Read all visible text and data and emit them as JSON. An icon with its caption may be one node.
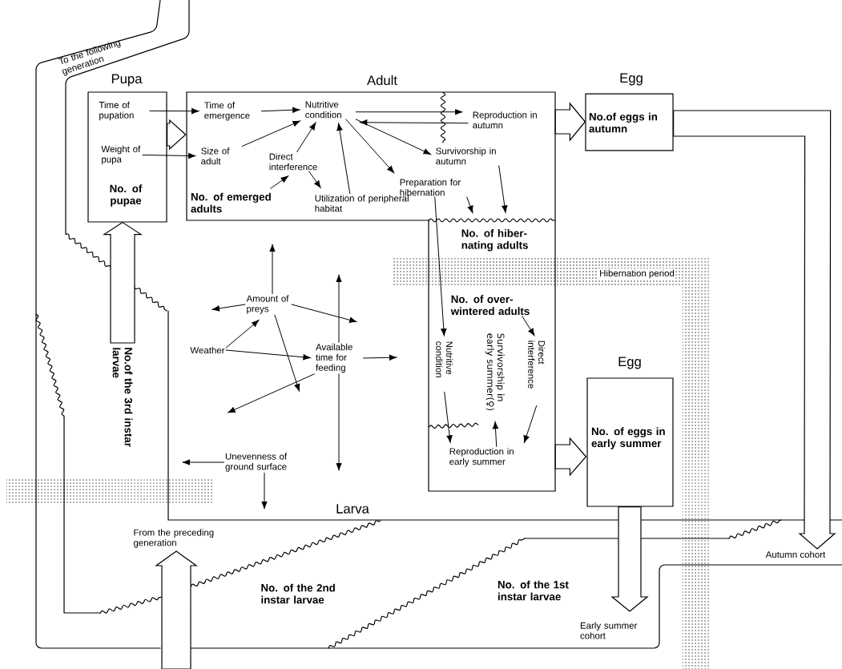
{
  "diagram": {
    "nodes": [
      {
        "text": [
          "Pupa",
          "No. of pupae"
        ]
      },
      {
        "text": [
          "Time of pupation"
        ],
        "in": 0
      },
      {
        "text": [
          "Weight of pupa"
        ],
        "in": 0
      },
      {
        "text": [
          "Adult",
          "No. of emerged adults"
        ]
      },
      {
        "text": [
          "Time of emergence"
        ],
        "in": 3
      },
      {
        "text": [
          "Nutritive condition"
        ],
        "in": 3
      },
      {
        "text": [
          "Size of adult"
        ],
        "in": 3
      },
      {
        "text": [
          "Direct interference"
        ],
        "in": 3
      },
      {
        "text": [
          "Utilization of peripheral habitat"
        ],
        "in": 3
      },
      {
        "text": [
          "Reproduction in autumn"
        ],
        "in": 3
      },
      {
        "text": [
          "Survivorship in autumn"
        ],
        "in": 3
      },
      {
        "text": [
          "Preparation for hibernation"
        ],
        "in": 3
      },
      {
        "text": [
          "No. of hiber- nating adults"
        ],
        "in": 3
      },
      {
        "text": [
          "No. of over- wintered adults"
        ],
        "in": 3
      },
      {
        "text": [
          "Nutritive condition"
        ],
        "in": 3
      },
      {
        "text": [
          "Survivorship in early summer(♀)"
        ],
        "in": 3
      },
      {
        "text": [
          "Direct interference"
        ],
        "in": 3
      },
      {
        "text": [
          "Reproduction in early summer"
        ],
        "in": 3
      },
      {
        "text": [
          "Egg",
          "No.of eggs in autumn"
        ]
      },
      {
        "text": [
          "Egg",
          "No. of eggs in early summer"
        ]
      },
      {
        "text": [
          "No.of the 3rd instar larvae"
        ]
      },
      {
        "text": [
          "No. of the 2nd instar larvae"
        ]
      },
      {
        "text": [
          "No. of the 1st instar larvae"
        ]
      },
      {
        "text": [
          "From the preceding generation"
        ]
      },
      {
        "text": [
          "Early summer cohort"
        ]
      },
      {
        "text": [
          "Autumn cohort"
        ]
      },
      {
        "text": [
          "Amount of preys"
        ]
      },
      {
        "text": [
          "Weather"
        ]
      },
      {
        "text": [
          "Available time for feeding"
        ]
      },
      {
        "text": [
          "Unevenness of ground surface"
        ]
      }
    ],
    "edges": [
      {
        "from": 0,
        "to": 3,
        "arrow": "to"
      },
      {
        "from": 3,
        "to": 18,
        "arrow": "to"
      },
      {
        "from": 3,
        "to": 19,
        "arrow": "to"
      },
      {
        "from": 20,
        "to": 0,
        "arrow": "to"
      },
      {
        "from": null,
        "to": 23,
        "arrow": "to"
      },
      {
        "from": 19,
        "to": 24,
        "arrow": "to"
      },
      {
        "from": 18,
        "to": 25,
        "arrow": "to"
      },
      {
        "from": 1,
        "to": 4,
        "arrow": "to"
      },
      {
        "from": 2,
        "to": 6,
        "arrow": "to"
      },
      {
        "from": 4,
        "to": 5,
        "arrow": "to"
      },
      {
        "from": 6,
        "to": 5,
        "arrow": "to"
      },
      {
        "from": 7,
        "to": 5,
        "arrow": "to"
      },
      {
        "from": 3,
        "to": 7,
        "arrow": "to"
      },
      {
        "from": 7,
        "to": 8,
        "arrow": "to"
      },
      {
        "from": 8,
        "to": 5,
        "arrow": "to"
      },
      {
        "from": 5,
        "to": 9,
        "arrow": "to"
      },
      {
        "from": 9,
        "to": 5,
        "arrow": "to"
      },
      {
        "from": 5,
        "to": 10,
        "arrow": "to"
      },
      {
        "from": 5,
        "to": 11,
        "arrow": "to"
      },
      {
        "from": 11,
        "to": 12,
        "arrow": "to"
      },
      {
        "from": 10,
        "to": 12,
        "arrow": "to"
      },
      {
        "from": 11,
        "to": 14,
        "arrow": "to"
      },
      {
        "from": 13,
        "to": 16,
        "arrow": "to"
      },
      {
        "from": 14,
        "to": 17,
        "arrow": "to"
      },
      {
        "from": 17,
        "to": 15,
        "arrow": "to"
      },
      {
        "from": 16,
        "to": 17,
        "arrow": "to"
      },
      {
        "from": 27,
        "to": 26,
        "arrow": "to"
      },
      {
        "from": 27,
        "to": 28,
        "arrow": "to"
      },
      {
        "from": 26,
        "to": null,
        "arrow": "to"
      },
      {
        "from": 26,
        "to": null,
        "arrow": "to"
      },
      {
        "from": 26,
        "to": null,
        "arrow": "to"
      },
      {
        "from": 26,
        "to": null,
        "arrow": "to"
      },
      {
        "from": 28,
        "to": null,
        "arrow": "to"
      },
      {
        "from": 28,
        "to": null,
        "arrow": "to"
      },
      {
        "from": 28,
        "to": null,
        "arrow": "to"
      },
      {
        "from": 28,
        "to": null,
        "arrow": "to"
      },
      {
        "from": 29,
        "to": null,
        "arrow": "to"
      },
      {
        "from": 29,
        "to": null,
        "arrow": "to"
      }
    ],
    "labels": [
      "To the following generation",
      "Larva",
      "Hibernation period"
    ]
  }
}
